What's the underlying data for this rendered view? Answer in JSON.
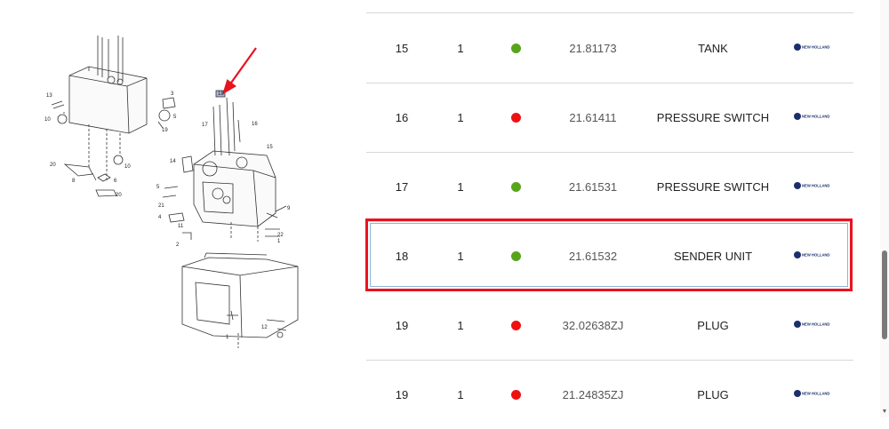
{
  "diagram": {
    "callouts": [
      "13",
      "10",
      "3",
      "5",
      "19",
      "20",
      "8",
      "6",
      "10",
      "20",
      "18",
      "17",
      "16",
      "15",
      "14",
      "5",
      "21",
      "4",
      "11",
      "2",
      "9",
      "22",
      "1",
      "12",
      "1"
    ]
  },
  "parts_table": {
    "rows": [
      {
        "position": "15",
        "quantity": "1",
        "availability": "available",
        "code": "21.81173",
        "description": "TANK",
        "brand": "NEW HOLLAND"
      },
      {
        "position": "16",
        "quantity": "1",
        "availability": "unavailable",
        "code": "21.61411",
        "description": "PRESSURE SWITCH",
        "brand": "NEW HOLLAND"
      },
      {
        "position": "17",
        "quantity": "1",
        "availability": "available",
        "code": "21.61531",
        "description": "PRESSURE SWITCH",
        "brand": "NEW HOLLAND"
      },
      {
        "position": "18",
        "quantity": "1",
        "availability": "available",
        "code": "21.61532",
        "description": "SENDER UNIT",
        "brand": "NEW HOLLAND"
      },
      {
        "position": "19",
        "quantity": "1",
        "availability": "unavailable",
        "code": "32.02638ZJ",
        "description": "PLUG",
        "brand": "NEW HOLLAND"
      },
      {
        "position": "19",
        "quantity": "1",
        "availability": "unavailable",
        "code": "21.24835ZJ",
        "description": "PLUG",
        "brand": "NEW HOLLAND"
      }
    ],
    "highlighted_row_index": 3
  },
  "colors": {
    "available": "#58a51b",
    "unavailable": "#ee1111",
    "highlight": "#e8131f",
    "brand": "#1c2f6b"
  }
}
